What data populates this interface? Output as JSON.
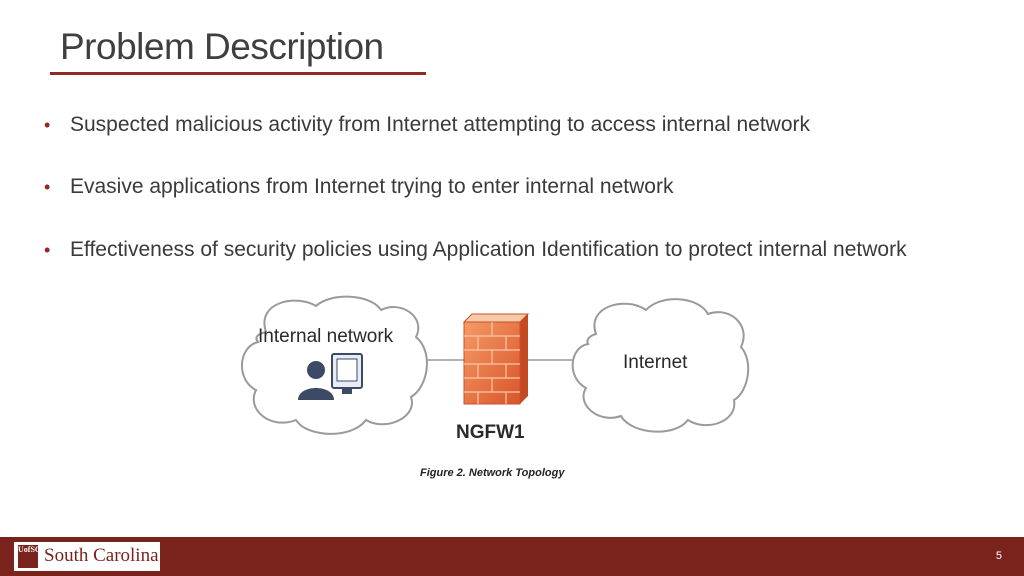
{
  "slide": {
    "title": "Problem Description",
    "bullets": [
      "Suspected malicious activity from Internet attempting to access internal network",
      "Evasive applications from Internet trying to enter internal network",
      "Effectiveness of security policies using Application Identification to protect internal network"
    ],
    "bullet_symbol": "•",
    "caption": "Figure 2. Network Topology",
    "page_number": "5"
  },
  "diagram": {
    "internal_label": "Internal network",
    "internet_label": "Internet",
    "firewall_label": "NGFW1",
    "icons": [
      "user-workstation-icon",
      "firewall-brick-icon"
    ]
  },
  "footer": {
    "logo_seal": "UofSC",
    "logo_text": "South Carolina"
  },
  "colors": {
    "accent": "#8f2a22",
    "footer_bg": "#7a231c",
    "firewall_brick": "#e86a3a",
    "firewall_edge": "#f6c9a8",
    "cloud_stroke": "#9a9a9a",
    "user_icon": "#3d4a66"
  }
}
